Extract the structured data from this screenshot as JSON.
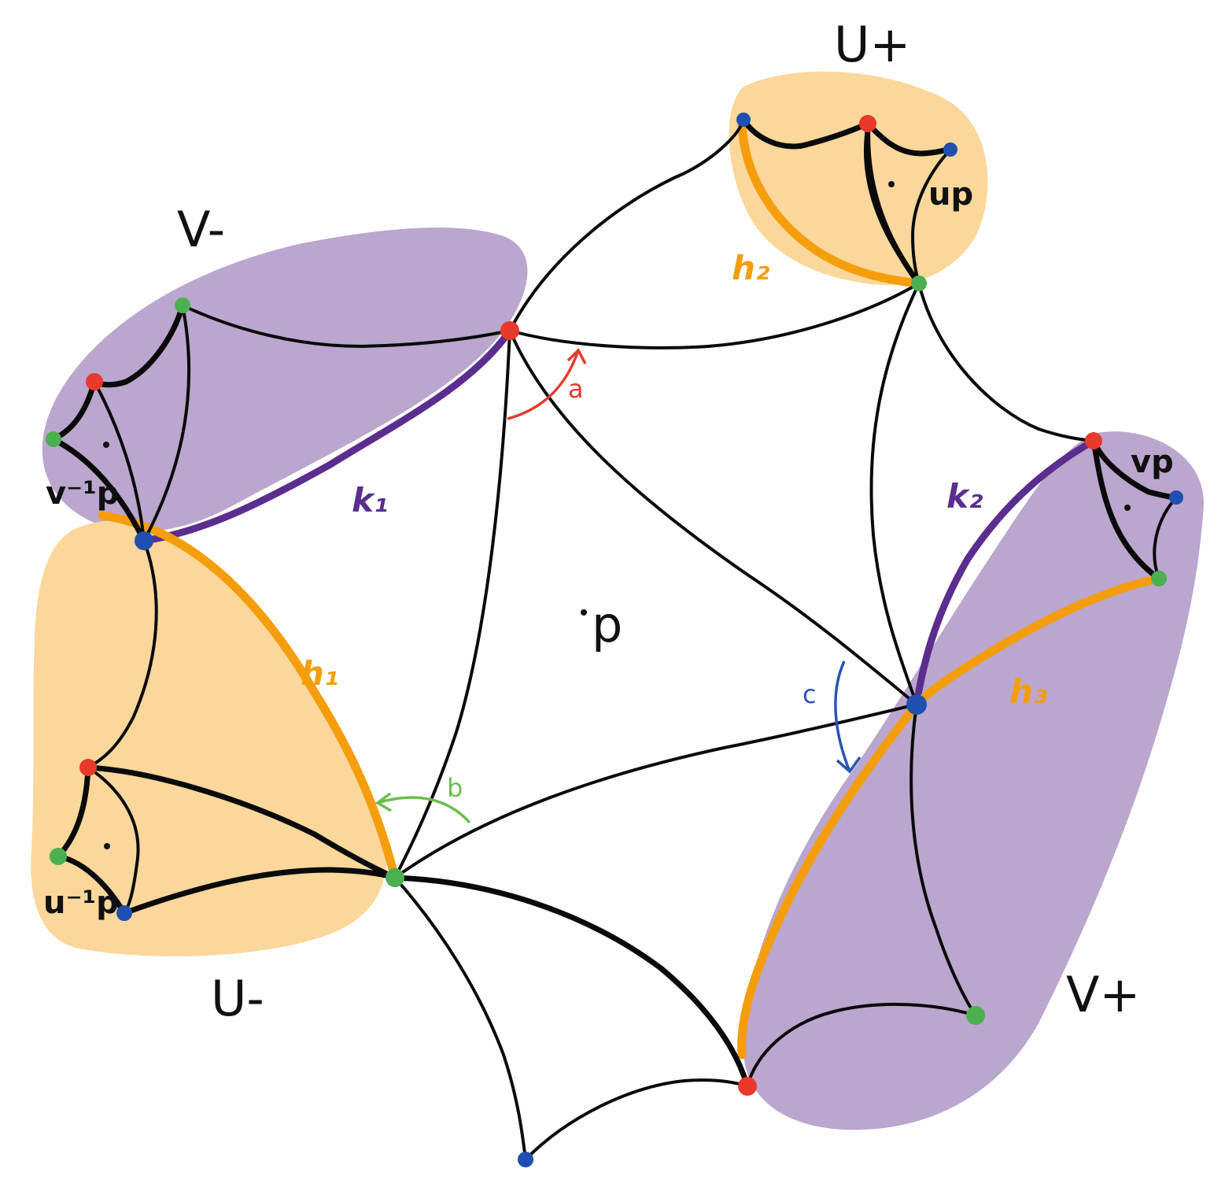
{
  "region_labels": {
    "U_plus": "U+",
    "U_minus": "U-",
    "V_plus": "V+",
    "V_minus": "V-"
  },
  "point_labels": {
    "p": "p",
    "up": "up",
    "vp": "vp",
    "v_inv_p": "v⁻¹p",
    "u_inv_p": "u⁻¹p"
  },
  "edge_labels": {
    "h1": "h₁",
    "h2": "h₂",
    "h3": "h₃",
    "k1": "k₁",
    "k2": "k₂"
  },
  "angle_labels": {
    "a": "a",
    "b": "b",
    "c": "c"
  },
  "colors": {
    "u_region_fill": "#fbd79b",
    "v_region_fill": "#bba6cf",
    "h_edge": "#f59e0b",
    "k_edge": "#5b2d8e",
    "vertex_red": "#e8392b",
    "vertex_blue": "#1f4fb0",
    "vertex_green": "#4caf50",
    "arrow_a": "#e23b2e",
    "arrow_b": "#6abf4b",
    "arrow_c": "#2a54b3"
  }
}
